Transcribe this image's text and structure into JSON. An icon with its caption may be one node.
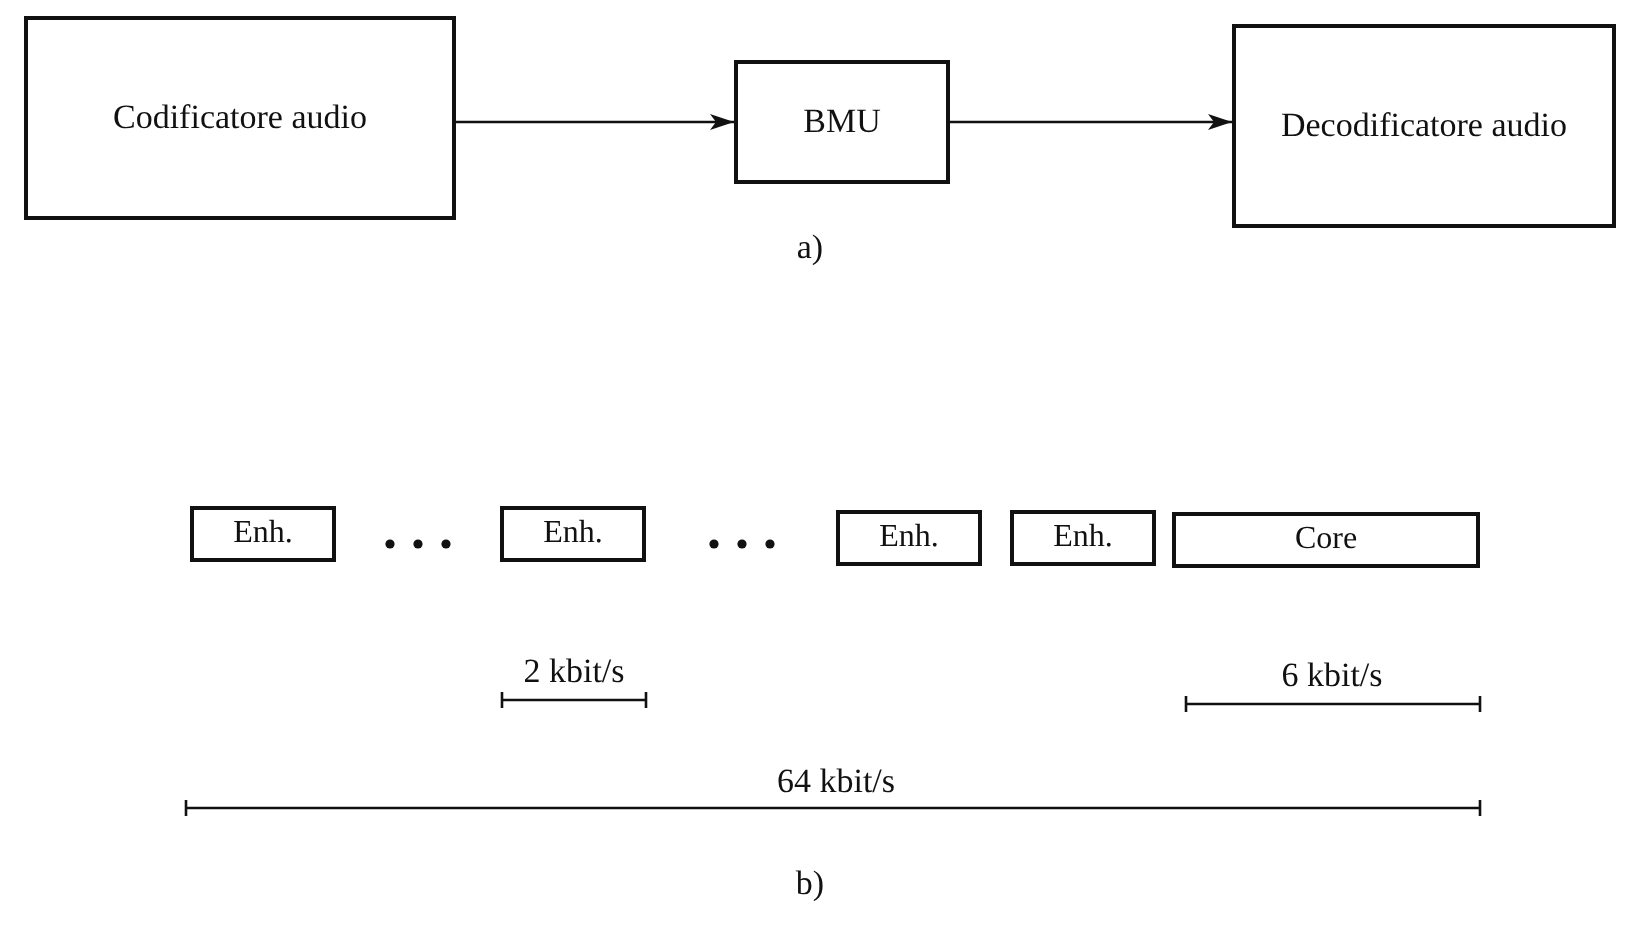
{
  "diagram": {
    "nodes": [
      {
        "text": [
          "Codificatore audio"
        ]
      },
      {
        "text": [
          "BMU"
        ]
      },
      {
        "text": [
          "Decodificatore audio"
        ]
      },
      {
        "text": [
          "Enh."
        ]
      },
      {
        "text": [
          "Enh."
        ]
      },
      {
        "text": [
          "Enh."
        ]
      },
      {
        "text": [
          "Enh."
        ]
      },
      {
        "text": [
          "Core"
        ]
      }
    ],
    "edges": [
      {
        "from": 0,
        "to": 1,
        "arrow": "to"
      },
      {
        "from": 1,
        "to": 2,
        "arrow": "to"
      }
    ],
    "labels": [
      "a)",
      "2 kbit/s",
      "6 kbit/s",
      "64 kbit/s",
      "b)"
    ]
  }
}
